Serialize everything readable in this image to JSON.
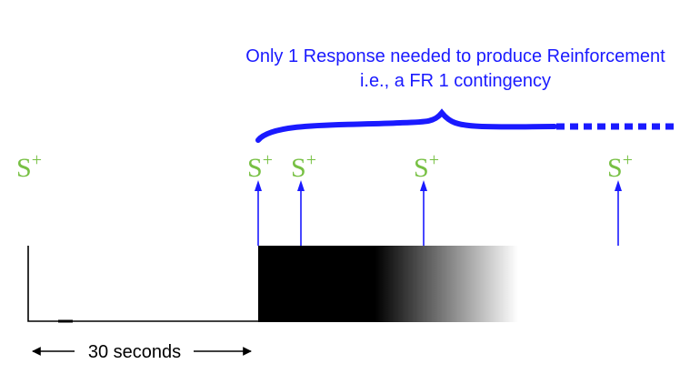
{
  "caption": {
    "line1": "Only 1 Response needed to produce Reinforcement",
    "line2": "i.e., a FR 1 contingency"
  },
  "stimulus": {
    "letter": "S",
    "sign": "+",
    "labels": [
      "S+",
      "S+",
      "S+",
      "S+",
      "S+"
    ]
  },
  "scale": {
    "label": "30 seconds"
  },
  "colors": {
    "caption": "#1a1aff",
    "stimulus": "#77c043",
    "arrow": "#1a1aff",
    "baseline": "#000000",
    "bar": "#000000"
  }
}
